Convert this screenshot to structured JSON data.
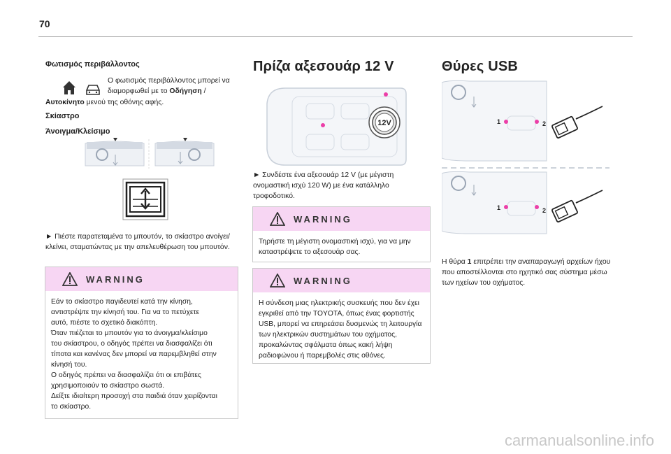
{
  "page_number": "70",
  "left": {
    "lighting_heading": "Φωτισμός περιβάλλοντος",
    "lighting_text_1": "Ο φωτισμός περιβάλλοντος μπορεί να",
    "lighting_text_2a": "διαμορφωθεί με το ",
    "lighting_text_2b": "Οδήγηση",
    "lighting_text_2c": " /",
    "lighting_text_3a": "Αυτοκίνητο",
    "lighting_text_3b": " μενού της οθόνης αφής.",
    "blind_heading": "Σκίαστρο",
    "open_close_heading": "Άνοιγμα/Κλείσιμο",
    "instruction": "► Πιέστε παρατεταμένα το μπουτόν, το σκίαστρο ανοίγει/κλείνει, σταματώντας με την απελευθέρωση του μπουτόν.",
    "warning_label": "WARNING",
    "warning_lines": [
      "Εάν το σκίαστρο παγιδευτεί κατά την κίνηση,",
      "αντιστρέψτε την κίνησή του. Για να το πετύχετε",
      "αυτό, πιέστε το σχετικό διακόπτη.",
      "Όταν πιέζεται το μπουτόν για το άνοιγμα/κλείσιμο",
      "του σκίαστρου, ο οδηγός πρέπει να διασφαλίζει ότι",
      "τίποτα και κανένας δεν μπορεί να παρεμβληθεί στην",
      "κίνησή του.",
      "Ο οδηγός πρέπει να διασφαλίζει ότι οι επιβάτες",
      "χρησιμοποιούν το σκίαστρο σωστά.",
      "Δείξτε ιδιαίτερη προσοχή στα παιδιά όταν χειρίζονται",
      "το σκίαστρο."
    ]
  },
  "middle": {
    "heading": "Πρίζα αξεσουάρ 12 V",
    "socket_label": "12V",
    "instruction_lines": [
      "► Συνδέστε ένα αξεσουάρ 12 V (με μέγιστη",
      "ονομαστική ισχύ 120 W) με ένα κατάλληλο",
      "τροφοδοτικό."
    ],
    "warning1_label": "WARNING",
    "warning1_lines": [
      "Τηρήστε τη μέγιστη ονομαστική ισχύ, για να μην",
      "καταστρέψετε το αξεσουάρ σας."
    ],
    "warning2_label": "WARNING",
    "warning2_lines": [
      "Η σύνδεση μιας ηλεκτρικής συσκευής που δεν έχει",
      "εγκριθεί από την TOYOTA, όπως ένας φορτιστής",
      "USB, μπορεί να επηρεάσει δυσμενώς τη λειτουργία",
      "των ηλεκτρικών συστημάτων του οχήματος,",
      "προκαλώντας σφάλματα όπως κακή λήψη",
      "ραδιοφώνου ή παρεμβολές στις οθόνες."
    ]
  },
  "right": {
    "heading": "Θύρες USB",
    "marker_1": "1",
    "marker_2": "2",
    "text_a": "Η θύρα ",
    "text_b": "1",
    "text_c": " επιτρέπει την αναπαραγωγή αρχείων ήχου",
    "text_2": "που αποστέλλονται στο ηχητικό σας σύστημα μέσω",
    "text_3": "των ηχείων του οχήματος."
  },
  "watermark": "carmanualsonline.info",
  "colors": {
    "warning_bar": "#f7d6f3",
    "pink_dot": "#ec3fa8",
    "gray_line": "#9aa5b4"
  }
}
